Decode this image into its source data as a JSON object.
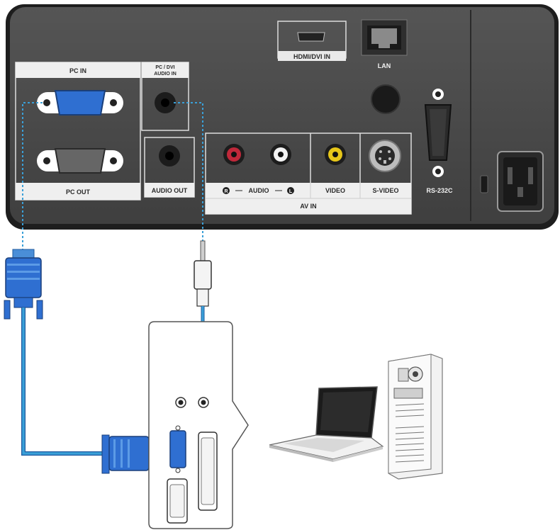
{
  "panel": {
    "hdmi_label": "HDMI/DVI IN",
    "lan_label": "LAN",
    "pc_in_label": "PC IN",
    "pc_dvi_audio_line1": "PC / DVI",
    "pc_dvi_audio_line2": "AUDIO IN",
    "pc_out_label": "PC OUT",
    "audio_out_label": "AUDIO OUT",
    "audio_label": "AUDIO",
    "audio_r": "R",
    "audio_l": "L",
    "video_label": "VIDEO",
    "svideo_label": "S-VIDEO",
    "av_in_label": "AV IN",
    "rs232c_label": "RS-232C"
  },
  "colors": {
    "panel": "#4a4a4a",
    "vga_blue": "#2f6fd1",
    "cable_blue": "#3aa0d8",
    "rca_red": "#c0283a",
    "rca_yellow": "#e6c619"
  }
}
